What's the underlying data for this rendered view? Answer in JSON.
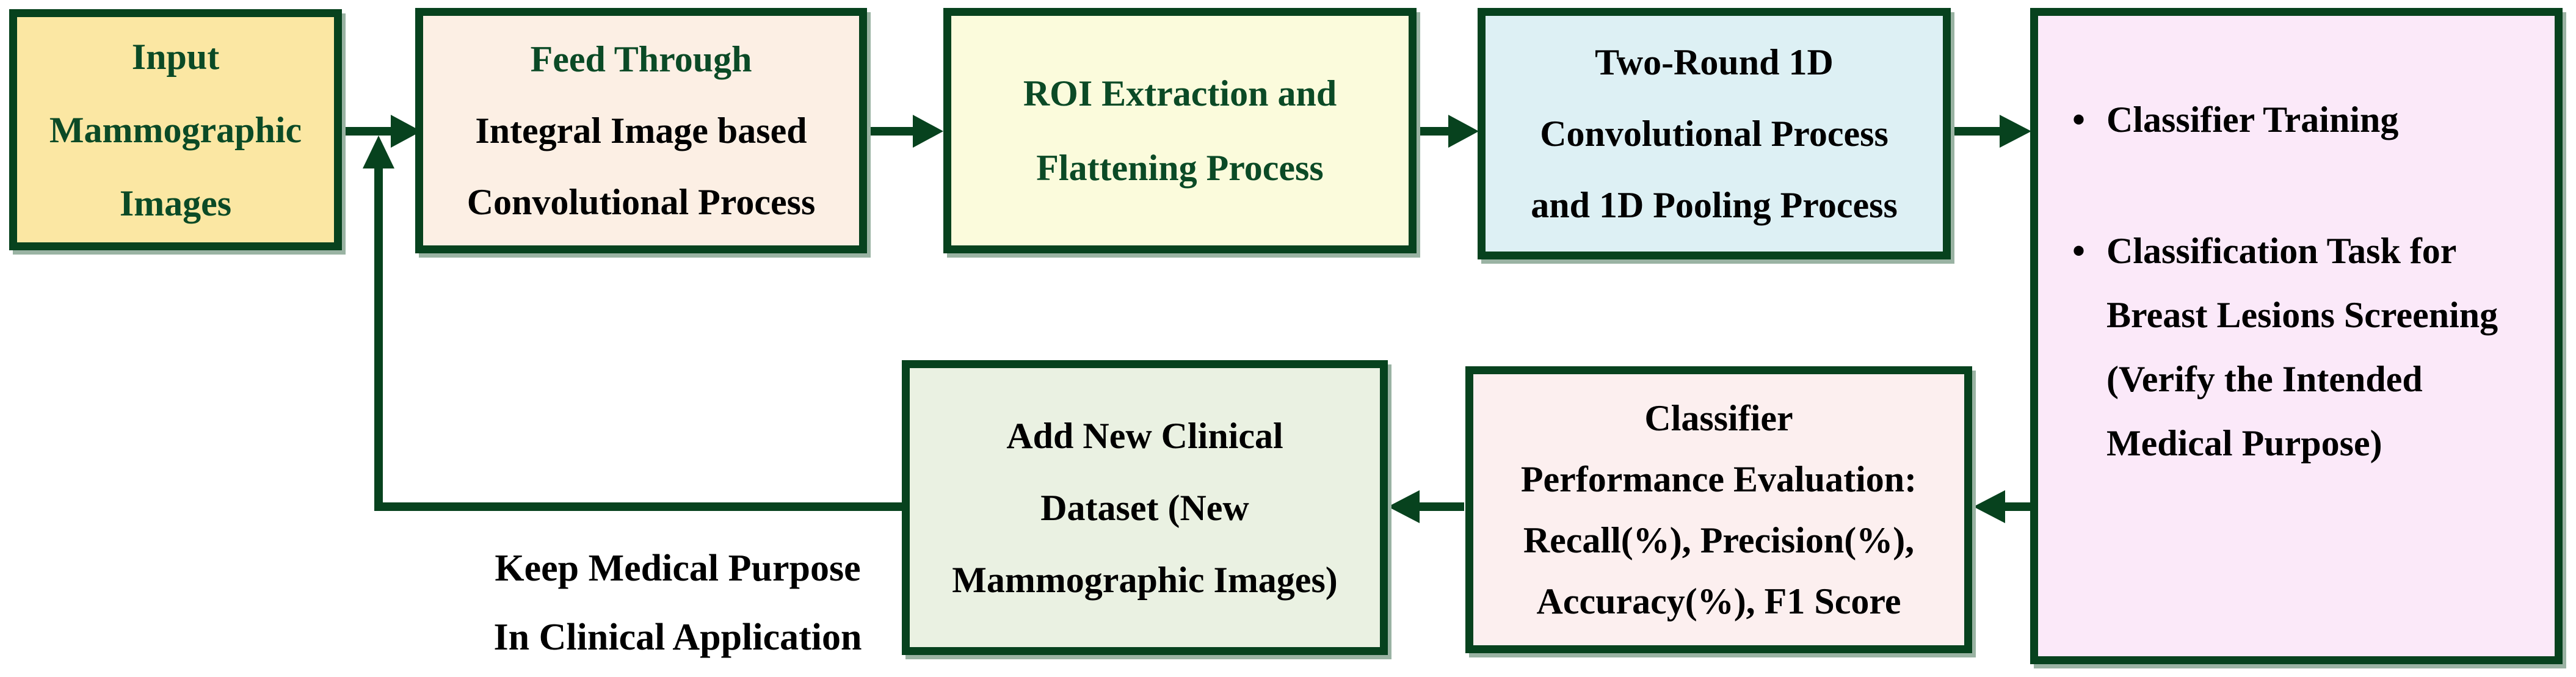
{
  "colors": {
    "accent": "#07421e",
    "shadow": "#9ab3a3",
    "text_green": "#0b4a26",
    "text_black": "#000000",
    "input_bg": "#fbe7a3",
    "feed_bg": "#fcefe4",
    "roi_bg": "#fbfbdc",
    "conv1d_bg": "#ddf0f4",
    "classifier_bg": "#fbe9f9",
    "evaluation_bg": "#fcefef",
    "dataset_bg": "#eaf1e2"
  },
  "boxes": {
    "input": {
      "lines": [
        "Input",
        "Mammographic",
        "Images"
      ]
    },
    "feed": {
      "title": "Feed Through",
      "lines": [
        "Integral Image based",
        "Convolutional Process"
      ]
    },
    "roi": {
      "lines": [
        "ROI Extraction and",
        "Flattening Process"
      ]
    },
    "conv1d": {
      "lines": [
        "Two-Round 1D",
        "Convolutional Process",
        "and 1D Pooling Process"
      ]
    },
    "classifier": {
      "bullet": "•",
      "items": [
        {
          "lines": [
            "Classifier Training"
          ]
        },
        {
          "lines": [
            "Classification Task for",
            "Breast Lesions Screening",
            "(Verify the Intended",
            "Medical Purpose)"
          ]
        }
      ]
    },
    "evaluation": {
      "lines": [
        "Classifier",
        "Performance Evaluation:",
        "Recall(%), Precision(%),",
        "Accuracy(%), F1 Score"
      ]
    },
    "dataset": {
      "lines": [
        "Add New Clinical",
        "Dataset (New",
        "Mammographic Images)"
      ]
    }
  },
  "labels": {
    "feedback": {
      "lines": [
        "Keep Medical Purpose",
        "In Clinical Application"
      ]
    }
  }
}
